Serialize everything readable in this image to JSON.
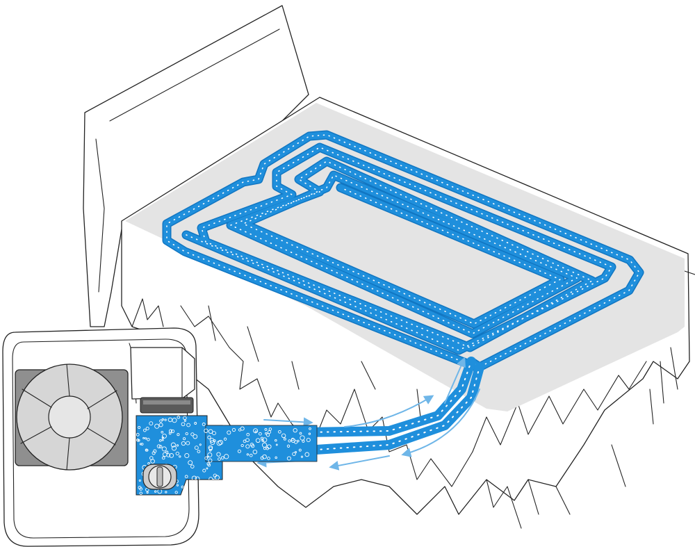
{
  "colors": {
    "water_blue": "#1f8fdc",
    "water_blue_dark": "#1176c2",
    "arrow_blue": "#6fb6e8",
    "pad_gray": "#e4e4e4",
    "fan_gray": "#d6d6d6",
    "fan_housing": "#8f8f8f",
    "outline": "#222222",
    "background": "#ffffff"
  },
  "scene": {
    "bed": {
      "parts": [
        "headboard",
        "mattress",
        "bed-sheet"
      ]
    },
    "pad": {
      "parts": [
        "cooling-pad",
        "water-coil"
      ]
    },
    "unit": {
      "parts": [
        "cooling-unit",
        "fan-icon",
        "water-tank",
        "control-knob"
      ]
    },
    "hose": {
      "parts": [
        "supply-hose",
        "return-hose"
      ]
    },
    "flow_arrows": [
      {
        "name": "flow-arrow-to-pad-1",
        "direction": "to-pad"
      },
      {
        "name": "flow-arrow-to-pad-2",
        "direction": "to-pad"
      },
      {
        "name": "flow-arrow-to-pad-3",
        "direction": "to-pad"
      },
      {
        "name": "flow-arrow-to-unit-1",
        "direction": "to-unit"
      },
      {
        "name": "flow-arrow-to-unit-2",
        "direction": "to-unit"
      },
      {
        "name": "flow-arrow-to-unit-3",
        "direction": "to-unit"
      }
    ]
  }
}
